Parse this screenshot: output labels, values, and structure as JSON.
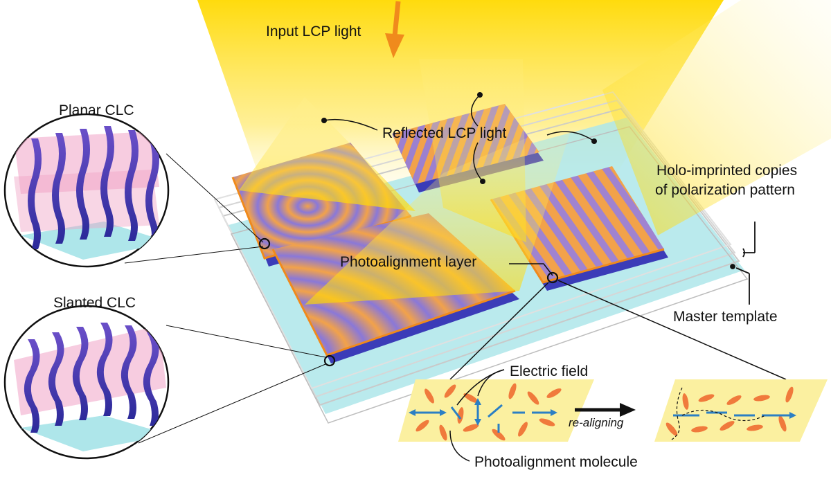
{
  "labels": {
    "input_light": "Input LCP light",
    "reflected_light": "Reflected LCP light",
    "planar_clc": "Planar CLC",
    "slanted_clc": "Slanted CLC",
    "holo_line1": "Holo-imprinted copies",
    "holo_line2": "of polarization pattern",
    "master_template": "Master template",
    "photoalignment_layer": "Photoalignment layer",
    "electric_field": "Electric field",
    "re_aligning": "re-aligning",
    "photoalignment_molecule": "Photoalignment molecule"
  },
  "colors": {
    "light_yellow": "#ffd900",
    "substrate_cyan": "#aee6ea",
    "pattern_orange": "#f2a24a",
    "pattern_purple": "#8a78d8",
    "helix_purple": "#3b3cb8",
    "arrow_orange": "#f08a1c",
    "field_arrow_blue": "#2b7fc4",
    "molecule_orange": "#f07a3c",
    "inset_panel_yellow": "#fbf0a0"
  }
}
